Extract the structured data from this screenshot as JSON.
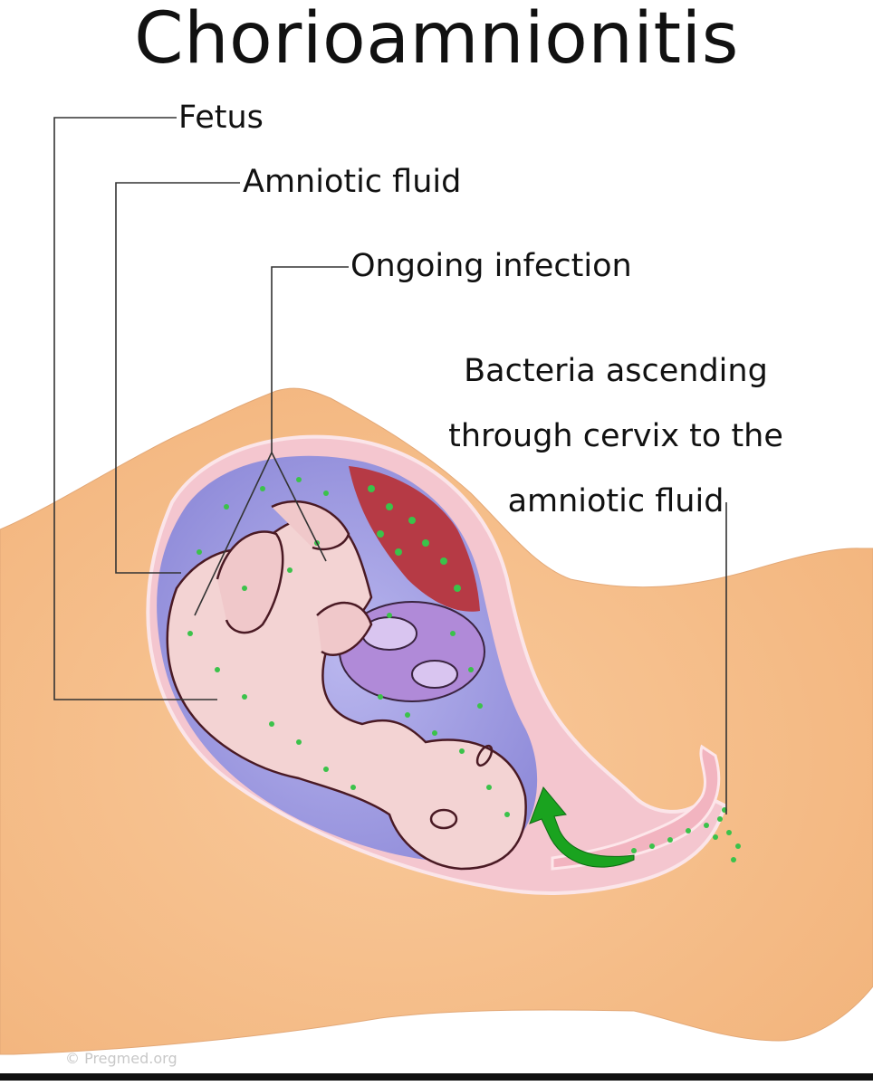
{
  "title": "Chorioamnionitis",
  "labels": {
    "fetus": "Fetus",
    "amniotic_fluid": "Amniotic fluid",
    "ongoing_infection": "Ongoing infection",
    "bacteria_caption": [
      "Bacteria ascending",
      "through cervix to the",
      "amniotic fluid"
    ]
  },
  "watermark": "© Pregmed.org",
  "colors": {
    "body_skin": "#f7bf8c",
    "uterus_wall": "#f4c6cf",
    "amniotic_fluid": "#a8a4e6",
    "placenta": "#b63a45",
    "fetus_skin": "#f3d3d3",
    "bacteria": "#3bc24a",
    "arrow": "#1aa31f",
    "leader_lines": "#333333"
  }
}
